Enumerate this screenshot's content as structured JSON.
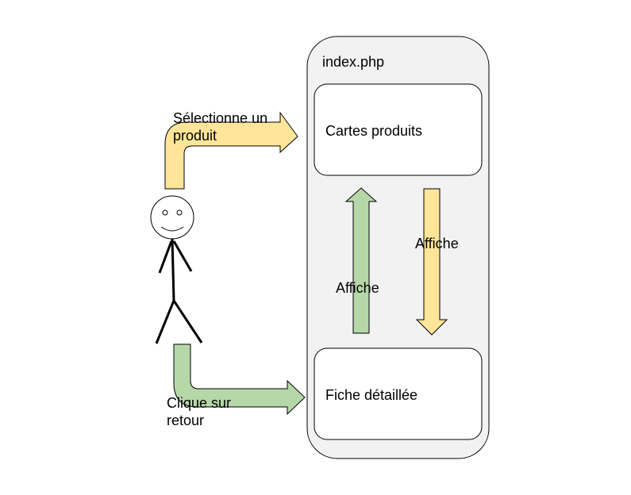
{
  "container": {
    "title": "index.php",
    "fill": "#f2f2f2",
    "stroke": "#000000"
  },
  "boxes": {
    "cards": {
      "label": "Cartes produits"
    },
    "detail": {
      "label": "Fiche détaillée"
    }
  },
  "arrows": {
    "select_product": {
      "line1": "Sélectionne un",
      "line2": "produit",
      "color": "#ffe599"
    },
    "click_back": {
      "line1": "Clique sur",
      "line2": "retour",
      "color": "#b6d7a8"
    },
    "shows_up": {
      "label": "Affiche",
      "color": "#b6d7a8"
    },
    "shows_down": {
      "label": "Affiche",
      "color": "#ffe599"
    }
  },
  "actor": {
    "icon": "stick-figure-user-icon"
  }
}
